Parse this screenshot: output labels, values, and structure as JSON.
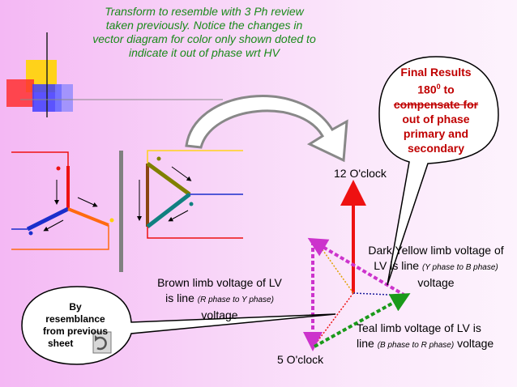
{
  "title": {
    "line1": "Transform to resemble with 3 Ph review",
    "line2": "taken previously. Notice the changes in",
    "line3": "vector diagram for color only shown doted to",
    "line4": "indicate it out of phase wrt HV"
  },
  "callout_final": {
    "line1": "Final Results",
    "line2_value": "180",
    "line2_sup": "0",
    "line2_rest": " to",
    "line3": "compensate for",
    "line4": "out of phase",
    "line5": "primary and",
    "line6": "secondary"
  },
  "clock_12": "12 O'clock",
  "clock_5": "5 O'clock",
  "label_dark_yellow": {
    "line1": "Dark Yellow limb voltage of",
    "line2_a": "LV is line ",
    "line2_small": "(Y phase to B phase)",
    "line3": "voltage"
  },
  "label_brown": {
    "line1": "Brown limb voltage of LV",
    "line2_a": "is line ",
    "line2_small": "(R phase to Y phase)",
    "line3": "voltage"
  },
  "label_teal": {
    "line1": "Teal limb voltage of LV  is",
    "line2_a": "line ",
    "line2_small": "(B phase to R phase)",
    "line2_b": " voltage"
  },
  "callout_resemblance": {
    "line1": "By",
    "line2": "resemblance",
    "line3": "from previous",
    "line4": "sheet"
  },
  "colors": {
    "title_green": "#1a8a1a",
    "final_red": "#c00000",
    "red": "#ee1111",
    "blue": "#1a2ecc",
    "orange": "#ff6a10",
    "olive": "#808000",
    "teal": "#108080",
    "brown": "#8b4513",
    "magenta": "#cc33cc",
    "green": "#1a9a1a",
    "gold": "#e0a000",
    "navy": "#1a1a9a",
    "gray": "#808080"
  },
  "icons": [
    "recycle-sheet-icon"
  ]
}
